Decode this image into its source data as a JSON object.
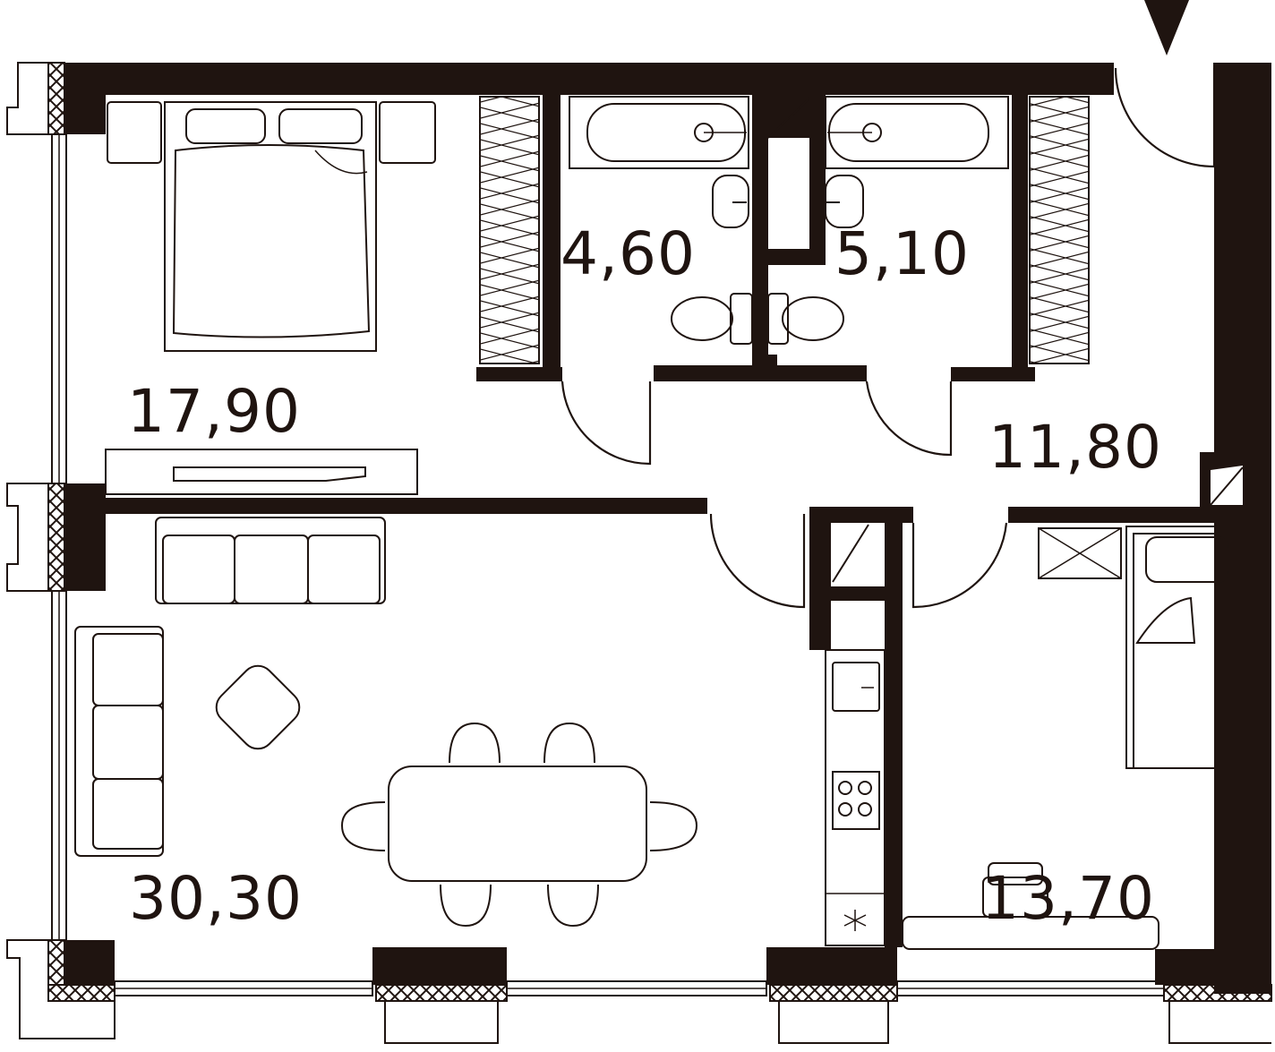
{
  "rooms": [
    {
      "id": "bedroom",
      "area": "17,90"
    },
    {
      "id": "bathroom-1",
      "area": "4,60"
    },
    {
      "id": "bathroom-2",
      "area": "5,10"
    },
    {
      "id": "hallway",
      "area": "11,80"
    },
    {
      "id": "living-kitchen",
      "area": "30,30"
    },
    {
      "id": "bedroom-2",
      "area": "13,70"
    }
  ],
  "icons": [
    "entrance-arrow-icon",
    "double-bed-icon",
    "sofa-icon",
    "dining-table-icon",
    "bathtub-icon",
    "toilet-icon",
    "sink-icon",
    "stove-icon",
    "wardrobe-icon",
    "single-bed-icon",
    "desk-icon"
  ],
  "colors": {
    "wall": "#1f1410",
    "background": "#ffffff"
  }
}
